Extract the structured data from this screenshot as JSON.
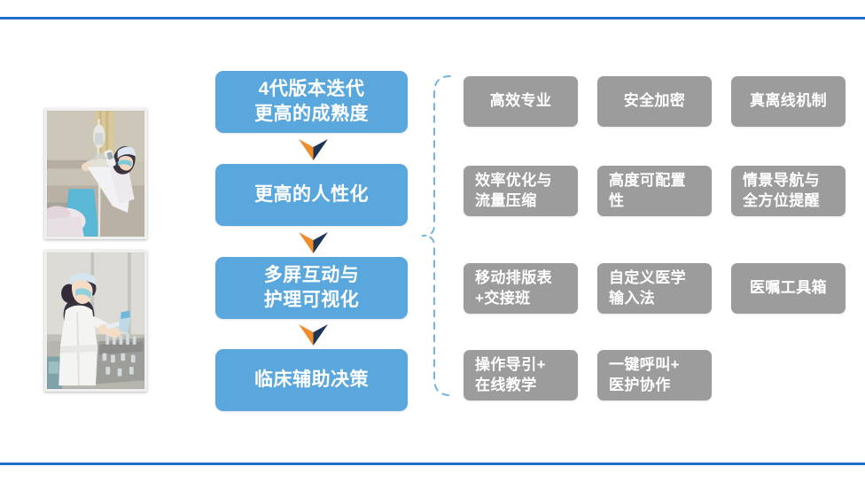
{
  "slide": {
    "accent_blue": "#1565c9",
    "stage_blue": "#5aa7de",
    "feature_gray": "#9c9c9c",
    "arrow_orange": "#ef8d2a",
    "arrow_navy": "#1f3557",
    "bracket_blue": "#6fb4e2"
  },
  "photos": [
    {
      "alt": "nurse-scanning-iv-bag"
    },
    {
      "alt": "nurse-preparing-medication"
    }
  ],
  "flow": {
    "steps": [
      {
        "label": "4代版本迭代\n更高的成熟度"
      },
      {
        "label": "更高的人性化"
      },
      {
        "label": "多屏互动与\n护理可视化"
      },
      {
        "label": "临床辅助决策"
      }
    ],
    "connectors": [
      {
        "name": "chevron-down-icon"
      },
      {
        "name": "chevron-down-icon"
      },
      {
        "name": "chevron-down-icon"
      }
    ]
  },
  "features": {
    "rows": [
      [
        {
          "label": "高效专业",
          "lines": 1
        },
        {
          "label": "安全加密",
          "lines": 1
        },
        {
          "label": "真离线机制",
          "lines": 1
        }
      ],
      [
        {
          "label": "效率优化与\n流量压缩",
          "lines": 2
        },
        {
          "label": "高度可配置\n性",
          "lines": 2
        },
        {
          "label": "情景导航与\n全方位提醒",
          "lines": 2
        }
      ],
      [
        {
          "label": "移动排版表\n+交接班",
          "lines": 2
        },
        {
          "label": "自定义医学\n输入法",
          "lines": 2
        },
        {
          "label": "医嘱工具箱",
          "lines": 1
        }
      ],
      [
        {
          "label": "操作导引+\n在线教学",
          "lines": 2
        },
        {
          "label": "一键呼叫+\n医护协作",
          "lines": 2
        }
      ]
    ]
  }
}
